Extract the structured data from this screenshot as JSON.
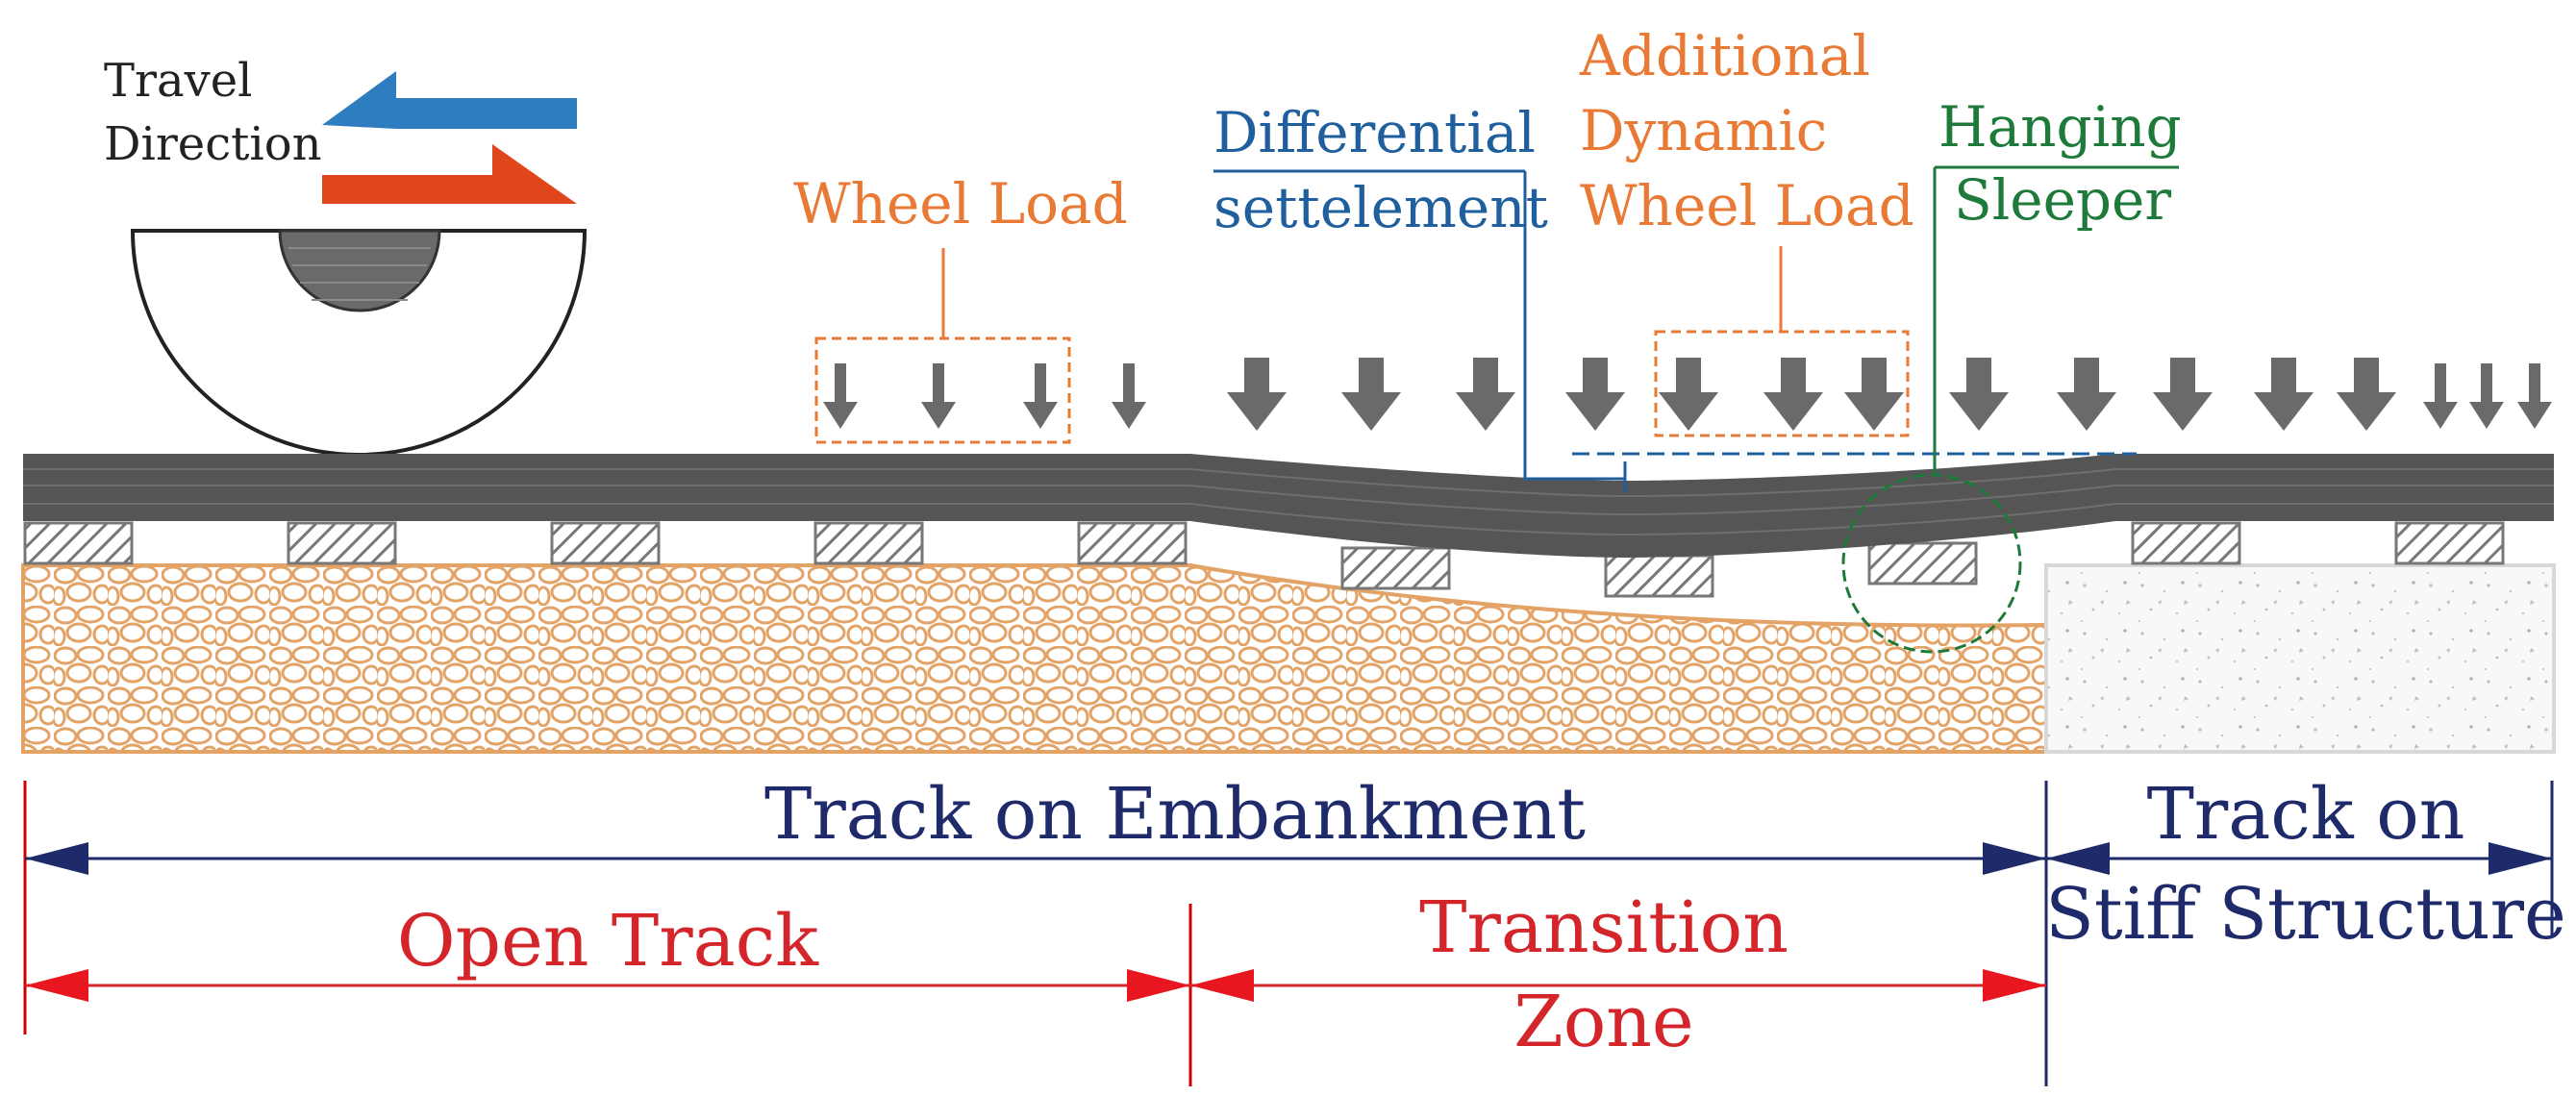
{
  "travel": {
    "line1": "Travel",
    "line2": "Direction"
  },
  "labels": {
    "wheel_load": "Wheel Load",
    "differential_1": "Differential",
    "differential_2": "settelement",
    "additional_1": "Additional",
    "additional_2": "Dynamic",
    "additional_3": "Wheel Load",
    "hanging_1": "Hanging",
    "hanging_2": "Sleeper"
  },
  "zones": {
    "embankment": "Track on Embankment",
    "stiff_1": "Track on",
    "stiff_2": "Stiff Structure",
    "open_track": "Open Track",
    "transition_1": "Transition",
    "transition_2": "Zone"
  },
  "colors": {
    "orange": "#e87a35",
    "blue": "#1f5f9e",
    "navy": "#1f2a6b",
    "green": "#1e7a3a",
    "red": "#d4252b",
    "rail": "#555555",
    "ballast": "#e3a366",
    "arrow_blue": "#2f7dc1",
    "arrow_red": "#e0461c"
  }
}
